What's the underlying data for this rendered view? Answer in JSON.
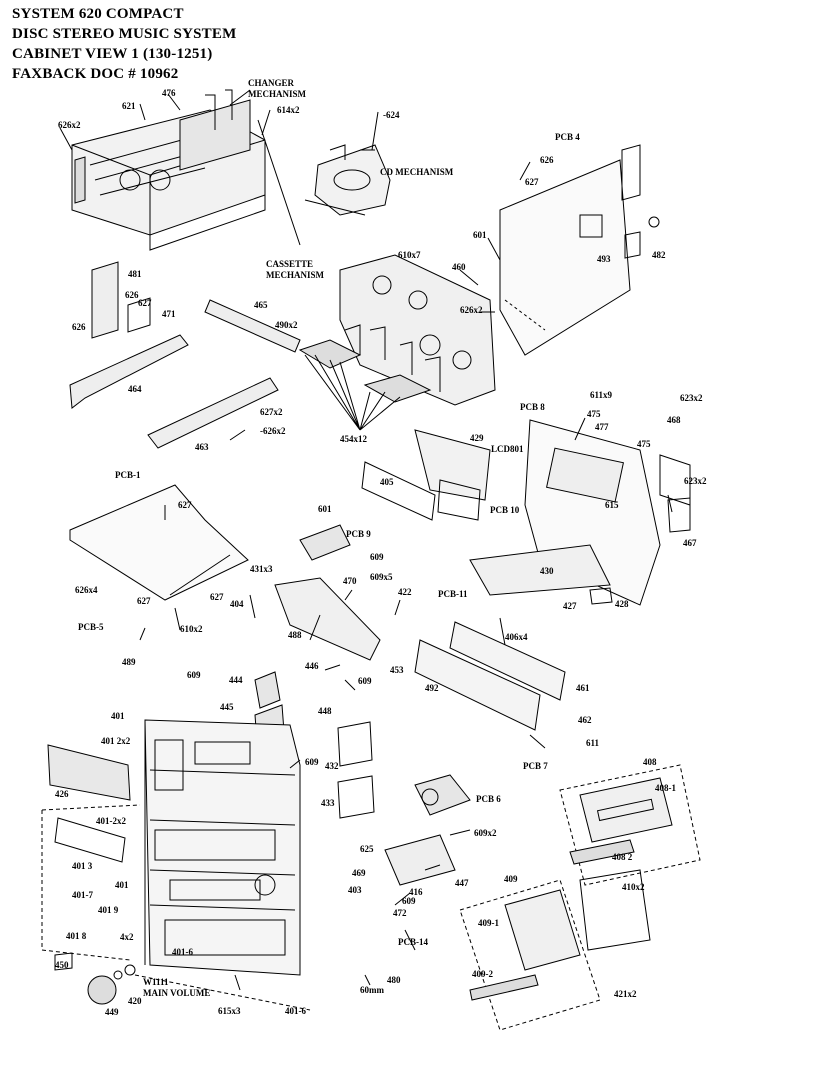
{
  "header": {
    "line1": "SYSTEM 620 COMPACT",
    "line2": "DISC STEREO MUSIC SYSTEM",
    "line3": "CABINET VIEW 1  (130-1251)",
    "line4": "FAXBACK DOC # 10962"
  },
  "labels": {
    "l476": "476",
    "changer1": "CHANGER",
    "changer2": "MECHANISM",
    "l614x2": "614x2",
    "l624": "-624",
    "l621": "621",
    "l626x2a": "626x2",
    "pcb4": "PCB 4",
    "l626a": "626",
    "l627a": "627",
    "cdmech": "CD MECHANISM",
    "l601a": "601",
    "l610x7": "610x7",
    "cass1": "CASSETTE",
    "cass2": "MECHANISM",
    "l460": "460",
    "l493": "493",
    "l482": "482",
    "l481": "481",
    "l626b": "626",
    "l627b": "627",
    "l471": "471",
    "l626c": "626",
    "l465": "465",
    "l490x2": "490x2",
    "l626x2b": "626x2",
    "l464": "464",
    "l627x2": "627x2",
    "l626x2c": "-626x2",
    "l463": "463",
    "l454x12": "454x12",
    "l611x9": "611x9",
    "pcb8": "PCB 8",
    "l475a": "475",
    "l477": "477",
    "l468": "468",
    "l623x2a": "623x2",
    "l429": "429",
    "lcd801": "LCD801",
    "l475b": "475",
    "l623x2b": "623x2",
    "pcb1": "PCB-1",
    "l627c": "627",
    "l405": "405",
    "l601b": "601",
    "pcb10": "PCB 10",
    "l615": "615",
    "l467": "467",
    "pcb9": "PCB 9",
    "l609a": "609",
    "l431x3": "431x3",
    "l430": "430",
    "l470": "470",
    "l626x4": "626x4",
    "l609x5": "609x5",
    "pcb11": "PCB-11",
    "l627d": "627",
    "l627e": "627",
    "l404": "404",
    "l422": "422",
    "l427": "427",
    "l428": "428",
    "pcb5": "PCB-5",
    "l610x2": "610x2",
    "l488": "488",
    "l406x4": "406x4",
    "l489": "489",
    "l446": "446",
    "l453": "453",
    "l609b": "609",
    "l444": "444",
    "l609c": "609",
    "l492": "492",
    "l461": "461",
    "l448": "448",
    "l401a": "401",
    "l445": "445",
    "l462": "462",
    "l401_2x2": "401 2x2",
    "l611": "611",
    "l432": "432",
    "pcb7": "PCB 7",
    "l609d": "609",
    "l408": "408",
    "l408_1": "408-1",
    "l426": "426",
    "l433": "433",
    "pcb6": "PCB 6",
    "l401_2x2b": "401-2x2",
    "l609x2": "609x2",
    "l408_2": "408 2",
    "l401_3": "401 3",
    "l625": "625",
    "l469": "469",
    "l401b": "401",
    "l403": "403",
    "l416": "416",
    "l447": "447",
    "l409": "409",
    "l410x2": "410x2",
    "l401_7": "401-7",
    "l401_9": "401 9",
    "l609e": "609",
    "l472": "472",
    "l401_8": "401 8",
    "l4x2": "4x2",
    "pcb14": "PCB-14",
    "l409_1": "409-1",
    "l401_6a": "401-6",
    "l450": "450",
    "l480": "480",
    "l409_2": "409-2",
    "w1": "W1111",
    "mainvol": "MAIN VOLUME",
    "l60mm": "60mm",
    "l449": "449",
    "l420": "420",
    "l615x3": "615x3",
    "l401_6b": "401-6",
    "l421x2": "421x2"
  }
}
